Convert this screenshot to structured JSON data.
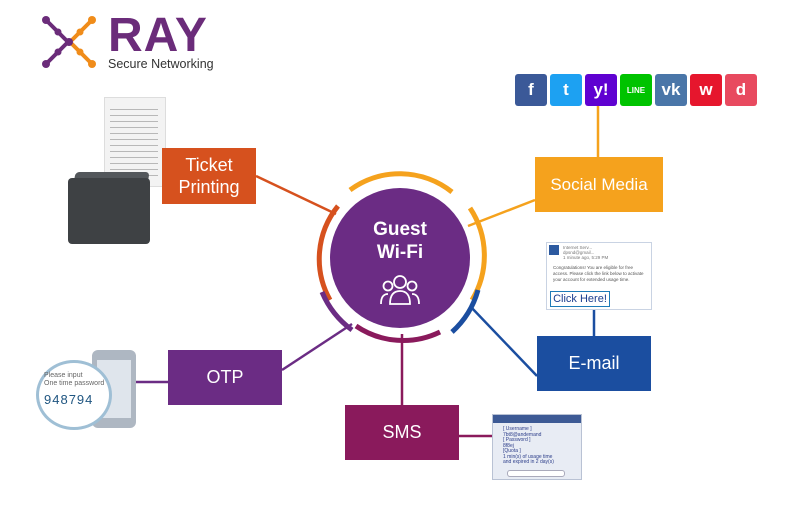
{
  "logo": {
    "brand": "RAY",
    "tagline": "Secure Networking",
    "colors": {
      "purple": "#6b2c7a",
      "orange": "#f08c1a"
    }
  },
  "hub": {
    "title": "Guest Wi-Fi",
    "icon": "people-group-icon",
    "color": "#6b2c84"
  },
  "nodes": {
    "ticket": {
      "label_line1": "Ticket",
      "label_line2": "Printing",
      "color": "#d6511e"
    },
    "social": {
      "label": "Social Media",
      "color": "#f5a21d"
    },
    "email": {
      "label": "E-mail",
      "color": "#1b4ea0"
    },
    "otp": {
      "label": "OTP",
      "color": "#6b2c84"
    },
    "sms": {
      "label": "SMS",
      "color": "#8a1a5c"
    }
  },
  "social_icons": [
    {
      "name": "facebook-icon",
      "glyph": "f",
      "color": "#3b5998"
    },
    {
      "name": "twitter-icon",
      "glyph": "t",
      "color": "#1da1f2"
    },
    {
      "name": "yahoo-icon",
      "glyph": "y!",
      "color": "#5f01d1"
    },
    {
      "name": "line-icon",
      "glyph": "LINE",
      "color": "#00c300"
    },
    {
      "name": "vk-icon",
      "glyph": "vk",
      "color": "#4a76a8"
    },
    {
      "name": "weibo-icon",
      "glyph": "w",
      "color": "#e6162d"
    },
    {
      "name": "dailymotion-icon",
      "glyph": "d",
      "color": "#e84a5f"
    }
  ],
  "email_card": {
    "from_line1": "Internet Serv...",
    "from_line2": "dpsnd@gmail...",
    "from_line3": "1 minute ago, 5:29 PM",
    "body": "Congratulations! You are eligible for free access. Please click the link below to activate your account for extended usage time.",
    "button": "Click Here!"
  },
  "otp_screen": {
    "hint_line1": "Please input",
    "hint_line2": "One time password",
    "code": "948794"
  },
  "sms_screen": {
    "line1": "[ Username ]",
    "line2": "7bt8@andemand",
    "line3": "[ Password ]",
    "line4": "8f8ej",
    "line5": "[Quota ]",
    "line6": "1 min(s) of usage time",
    "line7": "and expired in 2 day(s)"
  }
}
